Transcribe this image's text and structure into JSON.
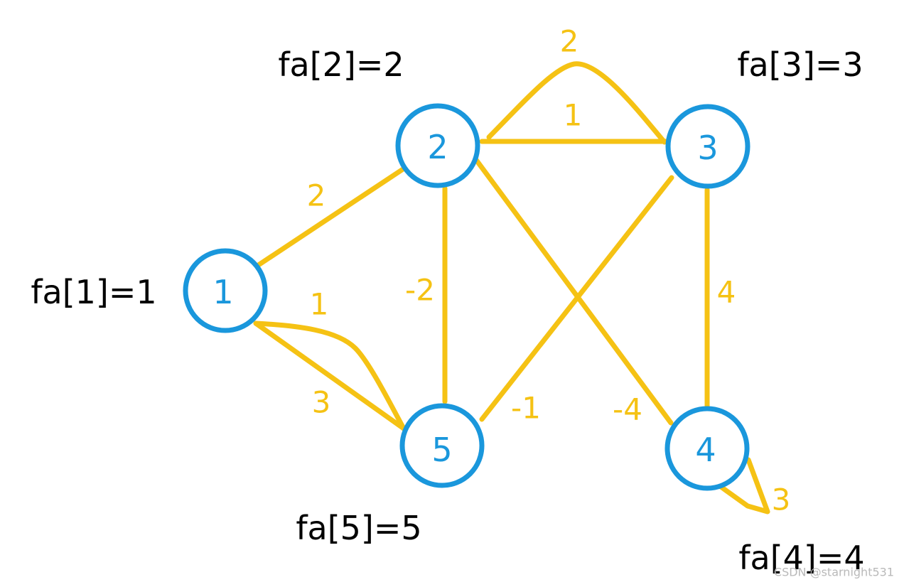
{
  "colors": {
    "node": "#1a97dc",
    "edge": "#f5c214",
    "fa_text": "#000000",
    "watermark": "#b9b9b9"
  },
  "nodes": [
    {
      "id": "1",
      "label": "1",
      "fa_label": "fa[1]=1"
    },
    {
      "id": "2",
      "label": "2",
      "fa_label": "fa[2]=2"
    },
    {
      "id": "3",
      "label": "3",
      "fa_label": "fa[3]=3"
    },
    {
      "id": "4",
      "label": "4",
      "fa_label": "fa[4]=4"
    },
    {
      "id": "5",
      "label": "5",
      "fa_label": "fa[5]=5"
    }
  ],
  "edges": [
    {
      "from": "1",
      "to": "2",
      "weight": "2"
    },
    {
      "from": "2",
      "to": "3",
      "weight": "1"
    },
    {
      "from": "2",
      "to": "3",
      "weight": "2"
    },
    {
      "from": "2",
      "to": "5",
      "weight": "-2"
    },
    {
      "from": "2",
      "to": "4",
      "weight": "-4"
    },
    {
      "from": "3",
      "to": "5",
      "weight": "-1"
    },
    {
      "from": "3",
      "to": "4",
      "weight": "4"
    },
    {
      "from": "1",
      "to": "5",
      "weight": "1"
    },
    {
      "from": "1",
      "to": "5",
      "weight": "3"
    },
    {
      "from": "4",
      "to": "4",
      "weight": "3"
    }
  ],
  "watermark": "CSDN @starnight531"
}
